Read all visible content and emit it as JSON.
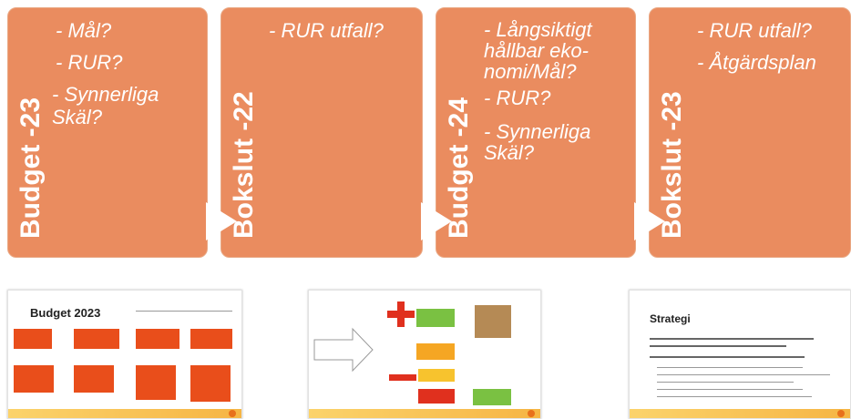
{
  "colors": {
    "box_fill": "#ea8c5f",
    "box_border": "#e9a884",
    "text": "#ffffff"
  },
  "boxes": [
    {
      "title": "Budget -23",
      "items": [
        "- Mål?",
        "- RUR?",
        "- Synnerliga Skäl?"
      ]
    },
    {
      "title": "Bokslut -22",
      "items": [
        "- RUR utfall?"
      ]
    },
    {
      "title": "Budget -24",
      "items": [
        "- Långsiktigt hållbar eko-nomi/Mål?",
        "- RUR?",
        "- Synnerliga Skäl?"
      ]
    },
    {
      "title": "Bokslut -23",
      "items": [
        "- RUR utfall?",
        "- Åtgärdsplan"
      ]
    }
  ],
  "thumbnails": [
    {
      "title": "Budget 2023"
    },
    {
      "title": ""
    },
    {
      "title": "Strategi"
    }
  ]
}
